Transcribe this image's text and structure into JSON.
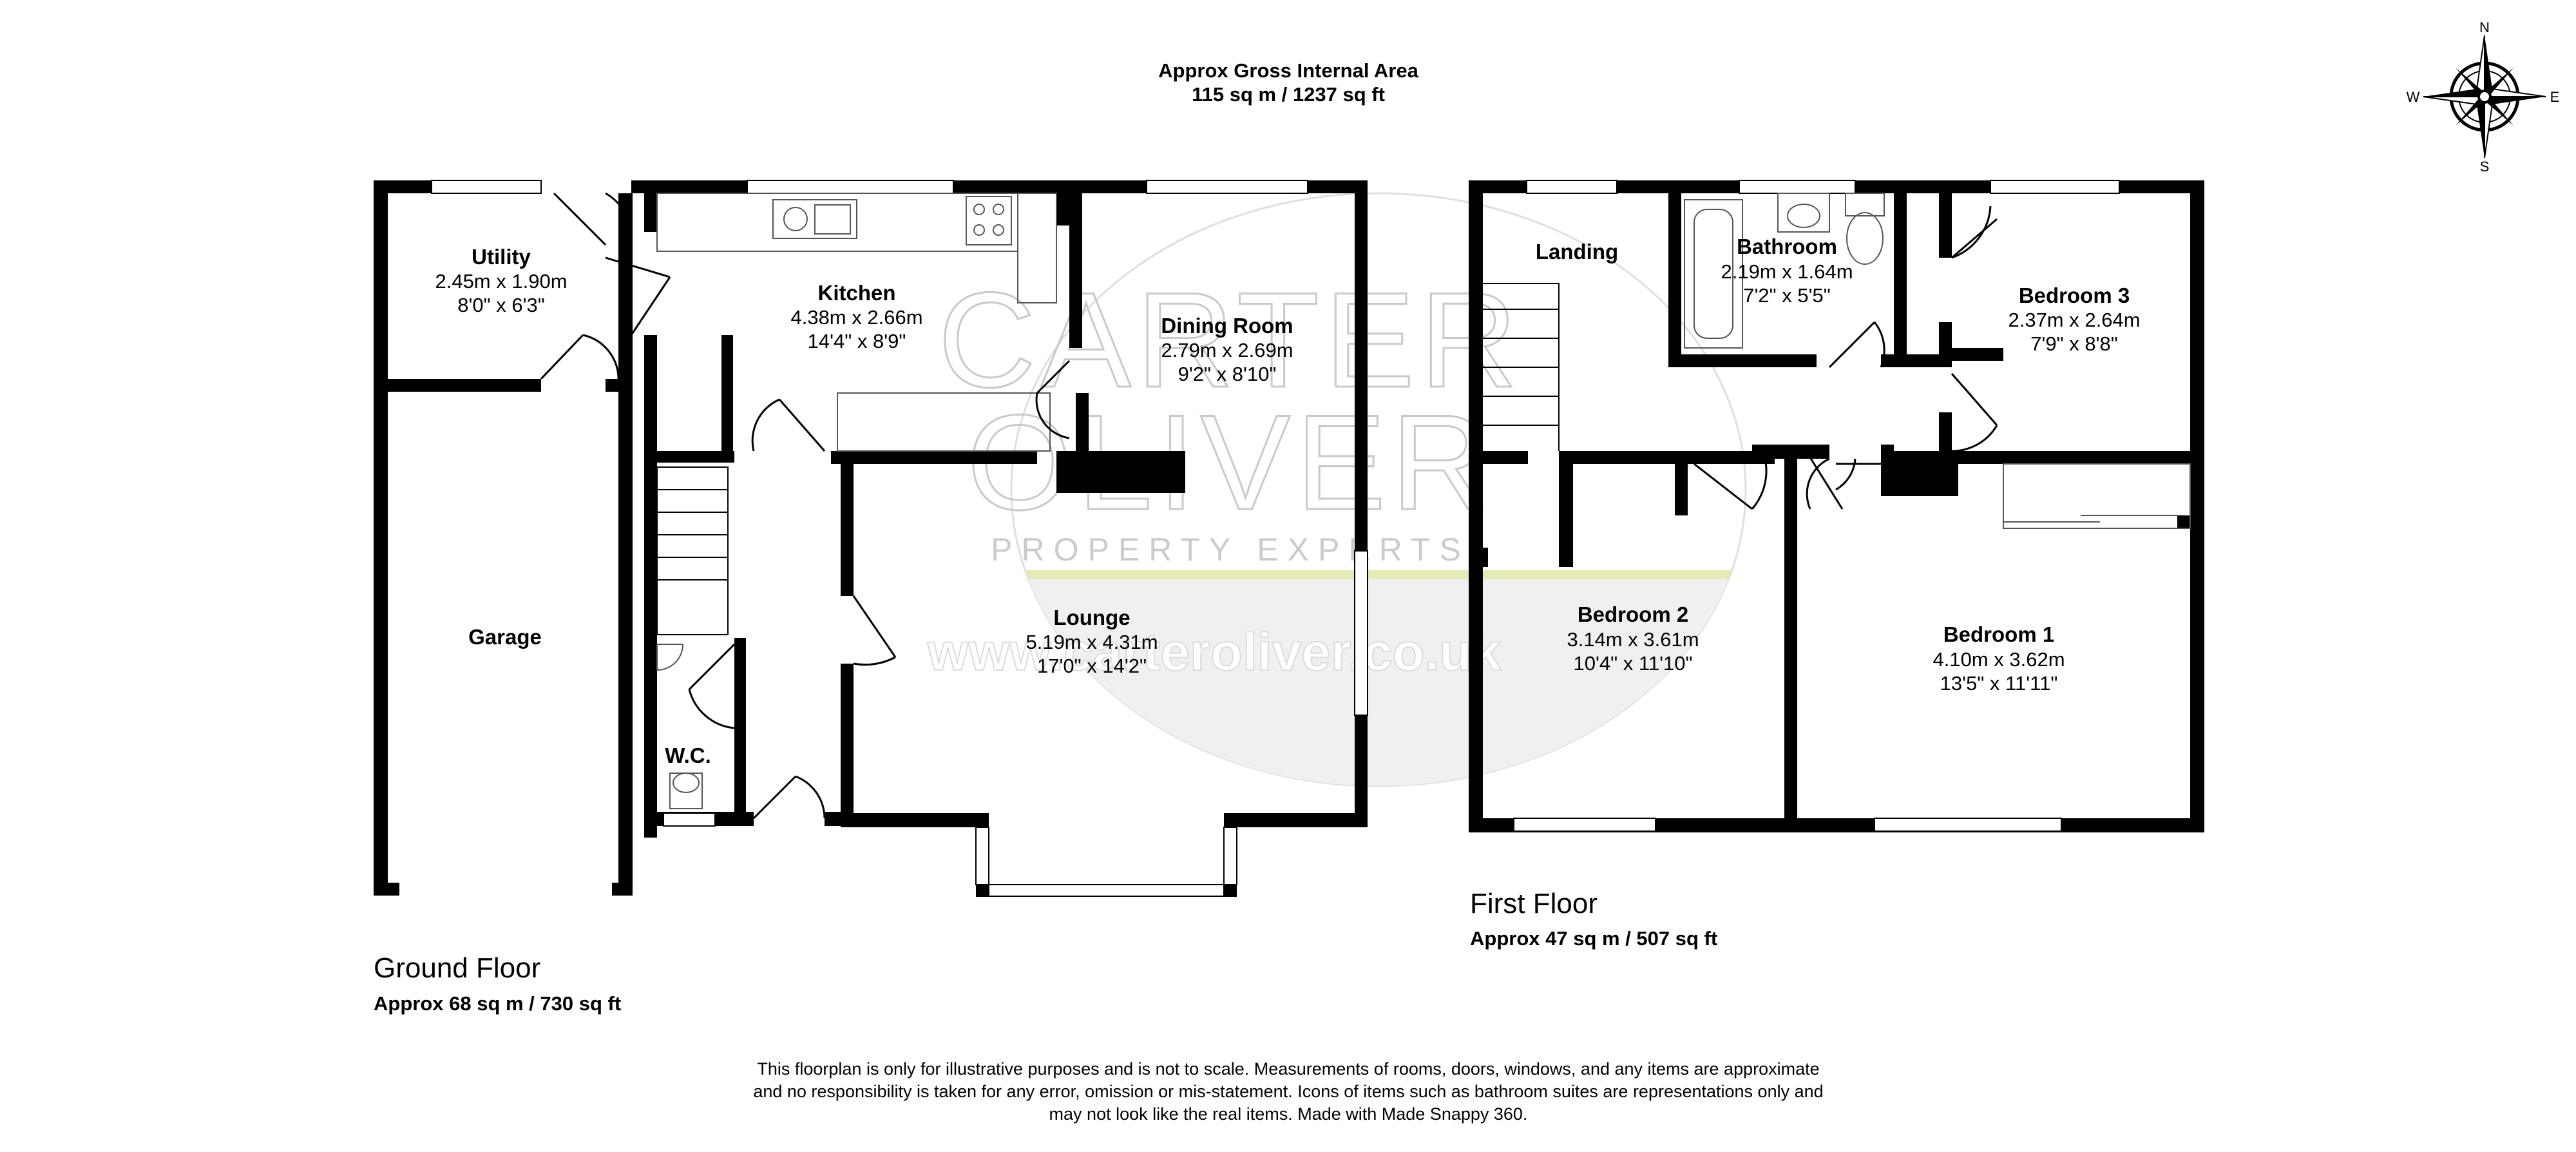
{
  "header": {
    "title": "Approx Gross Internal Area",
    "area": "115 sq m / 1237 sq ft"
  },
  "compass": {
    "n": "N",
    "e": "E",
    "s": "S",
    "w": "W"
  },
  "watermark": {
    "line1": "CARTER",
    "line2": "OLIVER",
    "tagline": "PROPERTY EXPERTS",
    "url": "www.carteroliver.co.uk"
  },
  "ground_floor": {
    "label": "Ground Floor",
    "area": "Approx 68 sq m / 730 sq ft",
    "rooms": {
      "utility": {
        "name": "Utility",
        "metric": "2.45m x 1.90m",
        "imperial": "8'0\" x 6'3\""
      },
      "kitchen": {
        "name": "Kitchen",
        "metric": "4.38m x 2.66m",
        "imperial": "14'4\" x 8'9\""
      },
      "dining": {
        "name": "Dining Room",
        "metric": "2.79m x 2.69m",
        "imperial": "9'2\" x 8'10\""
      },
      "garage": {
        "name": "Garage"
      },
      "lounge": {
        "name": "Lounge",
        "metric": "5.19m x 4.31m",
        "imperial": "17'0\" x 14'2\""
      },
      "wc": {
        "name": "W.C."
      }
    }
  },
  "first_floor": {
    "label": "First Floor",
    "area": "Approx 47 sq m / 507 sq ft",
    "rooms": {
      "landing": {
        "name": "Landing"
      },
      "bathroom": {
        "name": "Bathroom",
        "metric": "2.19m x 1.64m",
        "imperial": "7'2\" x 5'5\""
      },
      "bedroom3": {
        "name": "Bedroom 3",
        "metric": "2.37m x 2.64m",
        "imperial": "7'9\" x 8'8\""
      },
      "bedroom2": {
        "name": "Bedroom 2",
        "metric": "3.14m x 3.61m",
        "imperial": "10'4\" x 11'10\""
      },
      "bedroom1": {
        "name": "Bedroom 1",
        "metric": "4.10m x 3.62m",
        "imperial": "13'5\" x 11'11\""
      }
    }
  },
  "disclaimer": {
    "line1": "This floorplan is only for illustrative purposes and is not to scale. Measurements of rooms, doors, windows, and any items are approximate",
    "line2": "and no responsibility is taken for any error, omission or mis-statement. Icons of items such as bathroom suites are representations only and",
    "line3": "may not look like the real items. Made with Made Snappy 360."
  },
  "colors": {
    "wall": "#000000",
    "watermark": "#c8c8c8",
    "watermark_green": "#e3e8b0"
  }
}
